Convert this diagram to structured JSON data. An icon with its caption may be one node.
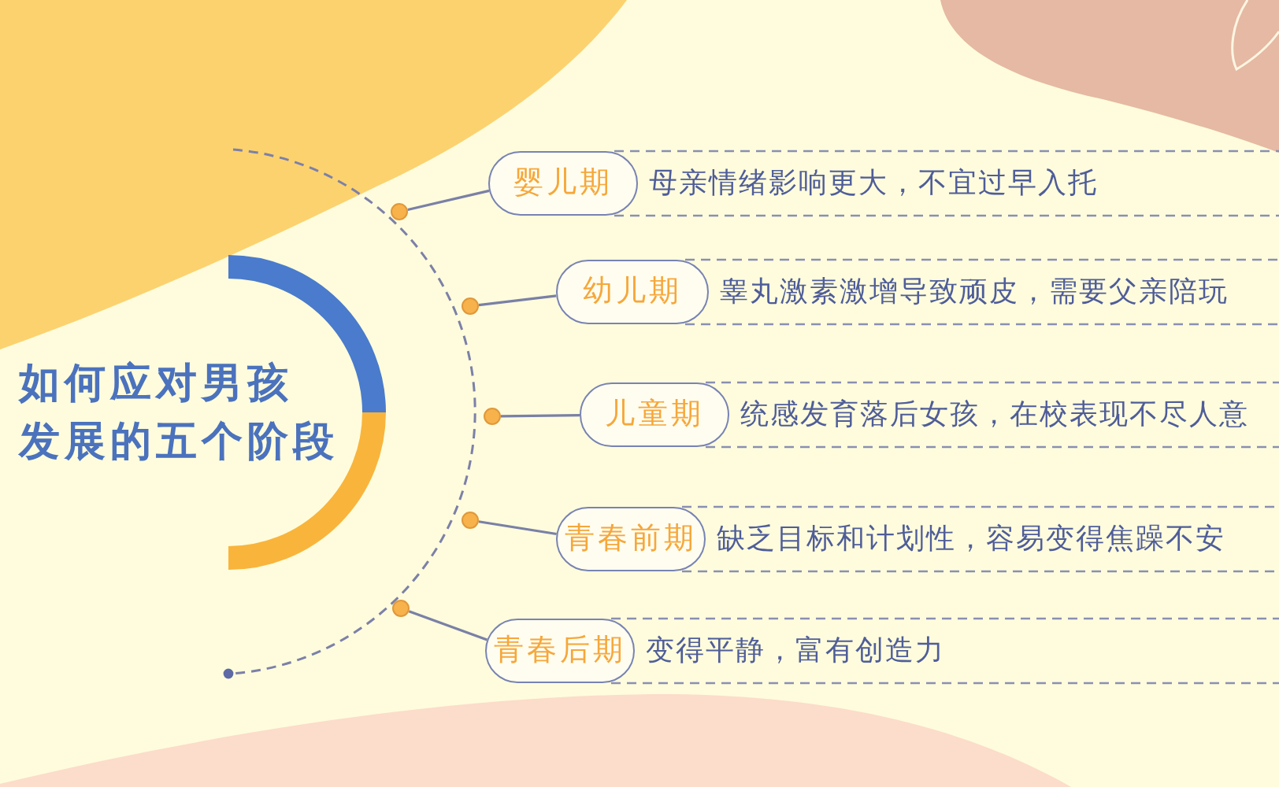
{
  "diagram": {
    "title": "如何应对男孩发展的五个阶段",
    "nodes": [
      {
        "text": [],
        "shape": "circle"
      },
      {
        "text": [
          "婴儿期"
        ],
        "beside": [
          "母亲情绪影响更大，不宜过早入托"
        ]
      },
      {
        "text": [],
        "shape": "circle"
      },
      {
        "text": [
          "幼儿期"
        ],
        "beside": [
          "睾丸激素激增导致顽皮，需要父亲陪玩"
        ]
      },
      {
        "text": [],
        "shape": "circle"
      },
      {
        "text": [
          "儿童期"
        ],
        "beside": [
          "统感发育落后女孩，在校表现不尽人意"
        ]
      },
      {
        "text": [],
        "shape": "circle"
      },
      {
        "text": [
          "青春前期"
        ],
        "beside": [
          "缺乏目标和计划性，容易变得焦躁不安"
        ]
      },
      {
        "text": [],
        "shape": "circle"
      },
      {
        "text": [
          "青春后期"
        ],
        "beside": [
          "变得平静，富有创造力"
        ]
      }
    ],
    "edges": [
      {
        "from": 0,
        "to": 1,
        "arrow": "none"
      },
      {
        "from": 2,
        "to": 3,
        "arrow": "none"
      },
      {
        "from": 4,
        "to": 5,
        "arrow": "none"
      },
      {
        "from": 6,
        "to": 7,
        "arrow": "none"
      },
      {
        "from": 8,
        "to": 9,
        "arrow": "none"
      }
    ]
  }
}
